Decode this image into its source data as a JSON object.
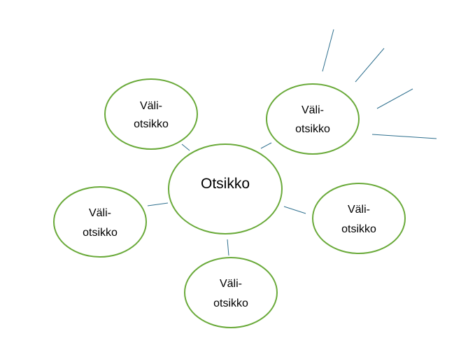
{
  "diagram": {
    "center": {
      "label": "Otsikko"
    },
    "subtopics": [
      {
        "line1": "Väli-",
        "line2": "otsikko"
      },
      {
        "line1": "Väli-",
        "line2": "otsikko"
      },
      {
        "line1": "Väli-",
        "line2": "otsikko"
      },
      {
        "line1": "Väli-",
        "line2": "otsikko"
      },
      {
        "line1": "Väli-",
        "line2": "otsikko"
      }
    ]
  },
  "colors": {
    "ellipse_stroke": "#6aaa3a",
    "connector_stroke": "#2e6f8e",
    "text": "#000000",
    "background": "#ffffff"
  }
}
